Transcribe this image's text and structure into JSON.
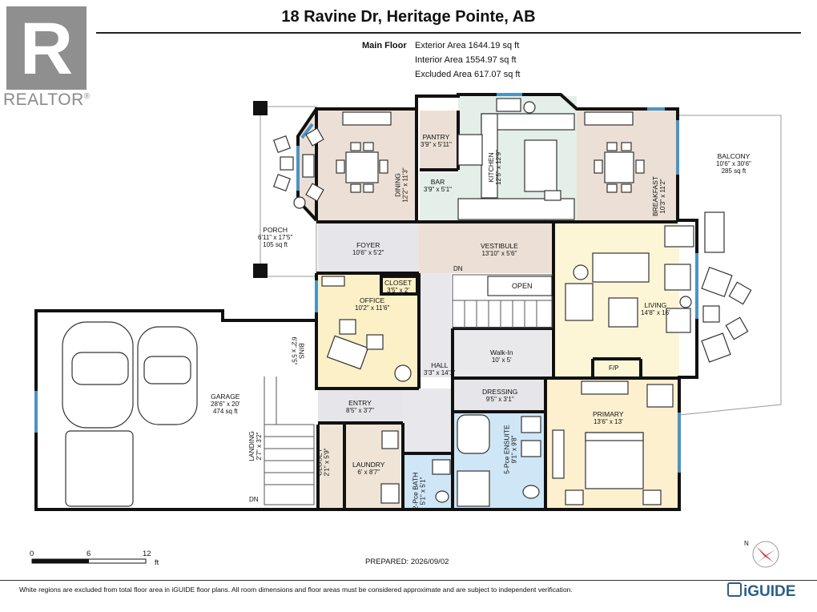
{
  "header": {
    "title": "18 Ravine Dr, Heritage Pointe, AB",
    "floor_label": "Main Floor",
    "exterior_area": "Exterior Area 1644.19 sq ft",
    "interior_area": "Interior Area 1554.97 sq ft",
    "excluded_area": "Excluded Area 617.07 sq ft"
  },
  "brand": {
    "realtor_text": "REALTOR",
    "realtor_mark": "®",
    "realtor_logo_letter": "R",
    "iguide_text": "iGUIDE",
    "realtor_color": "#8f8f8f",
    "iguide_color": "#2b5f88"
  },
  "colors": {
    "dining": "#ece0d6",
    "kitchen": "#e3efe8",
    "foyer": "#e6e6ea",
    "office": "#fbf0c6",
    "living": "#fdf6d6",
    "primary": "#fdf0cf",
    "bath": "#cfe6f7",
    "laundry": "#efe4d6",
    "hall": "#e8e8ec",
    "walkin": "#e9e9ec",
    "window": "#4c94c4",
    "wall": "#111111"
  },
  "rooms": {
    "porch": {
      "name": "PORCH",
      "dims": "6'11\" x 17'5\"",
      "area": "105 sq ft"
    },
    "dining": {
      "name": "DINING",
      "dims": "12'2\" x 11'3\""
    },
    "pantry": {
      "name": "PANTRY",
      "dims": "3'9\" x 5'11\""
    },
    "bar": {
      "name": "BAR",
      "dims": "3'9\" x 5'1\""
    },
    "kitchen": {
      "name": "KITCHEN",
      "dims": "12'5\" x 12'9\""
    },
    "breakfast": {
      "name": "BREAKFAST",
      "dims": "10'3\" x 11'2\""
    },
    "balcony": {
      "name": "BALCONY",
      "dims": "10'6\" x 30'6\"",
      "area": "285 sq ft"
    },
    "foyer": {
      "name": "FOYER",
      "dims": "10'6\" x 5'2\""
    },
    "vestibule": {
      "name": "VESTIBULE",
      "dims": "13'10\" x 5'6\""
    },
    "open": {
      "name": "OPEN"
    },
    "dn_upper": {
      "name": "DN"
    },
    "closet_upper": {
      "name": "CLOSET",
      "dims": "3'5\" x 2'"
    },
    "office": {
      "name": "OFFICE",
      "dims": "10'2\" x 11'6\""
    },
    "living": {
      "name": "LIVING",
      "dims": "14'8\" x 16'"
    },
    "bins": {
      "name": "BINS",
      "dims": "6'2\" x 5'5\""
    },
    "hall": {
      "name": "HALL",
      "dims": "3'3\" x 14'1\""
    },
    "walkin": {
      "name": "Walk-In",
      "dims": "10' x 5'"
    },
    "fp": {
      "name": "F/P"
    },
    "garage": {
      "name": "GARAGE",
      "dims": "28'6\" x 20'",
      "area": "474 sq ft"
    },
    "entry": {
      "name": "ENTRY",
      "dims": "8'5\" x 3'7\""
    },
    "dressing": {
      "name": "DRESSING",
      "dims": "9'5\" x 3'1\""
    },
    "primary": {
      "name": "PRIMARY",
      "dims": "13'6\" x 13'"
    },
    "ensuite": {
      "name": "5-Pce ENSUITE",
      "dims": "9'1\" x 9'8\""
    },
    "landing": {
      "name": "LANDING",
      "dims": "2'7\" x 3'2\""
    },
    "closet_lower": {
      "name": "CLOSET",
      "dims": "2'1\" x 5'9\""
    },
    "laundry": {
      "name": "LAUNDRY",
      "dims": "6' x 8'7\""
    },
    "bath2": {
      "name": "2-Pce BATH",
      "dims": "5'1\" x 5'1\""
    },
    "dn_lower": {
      "name": "DN"
    }
  },
  "scale": {
    "labels": [
      "0",
      "6",
      "12"
    ],
    "unit": "ft"
  },
  "prepared": "PREPARED: 2026/09/02",
  "footer_note": "White regions are excluded from total floor area in iGUIDE floor plans. All room dimensions and floor areas must be considered approximate and are subject to independent verification.",
  "compass": {
    "label": "N"
  }
}
